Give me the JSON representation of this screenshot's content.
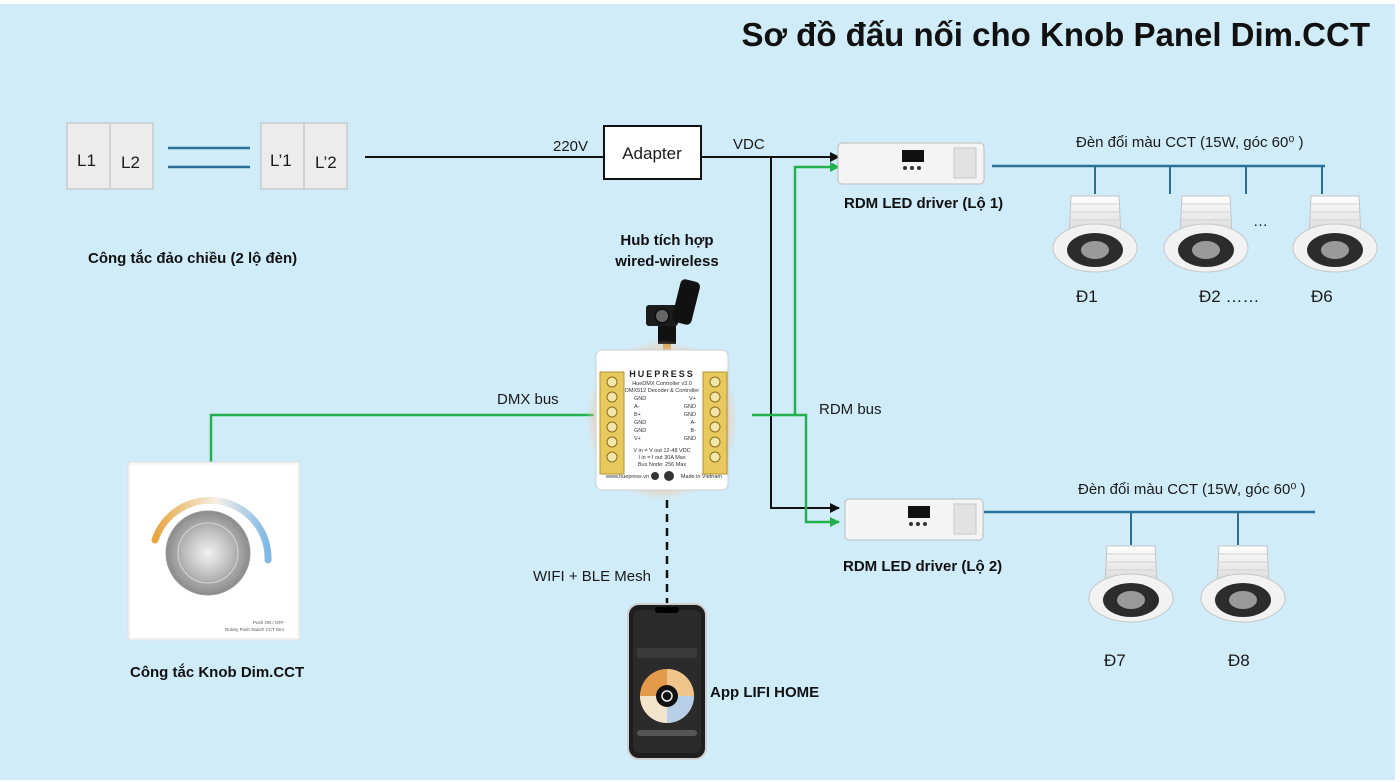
{
  "title": "Sơ đồ đấu nối cho Knob Panel Dim.CCT",
  "switch_left": {
    "l1": "L1",
    "l2": "L2"
  },
  "switch_right": {
    "l1": "L’1",
    "l2": "L’2"
  },
  "switch_caption": "Công tắc đảo chiều (2 lộ đèn)",
  "voltage_in": "220V",
  "adapter_label": "Adapter",
  "voltage_out": "VDC",
  "hub": {
    "caption_line1": "Hub tích hợp",
    "caption_line2": "wired-wireless",
    "brand": "HUEPRESS",
    "model": "HueDMX Controller v3.0",
    "subtitle": "DMX512 Decoder & Controller",
    "left_pins": [
      "GND",
      "A-",
      "B+",
      "GND",
      "GND",
      "V+"
    ],
    "right_pins": [
      "V+",
      "GND",
      "GND",
      "A-",
      "B-",
      "GND"
    ],
    "spec1": "V in = V out 12-48 VDC",
    "spec2": "I in = I out 30A Max",
    "spec3": "Bus Node: 256 Max",
    "website": "www.huepress.vn",
    "made_in": "Made in Vietnam"
  },
  "dmx_bus": "DMX bus",
  "rdm_bus": "RDM bus",
  "wifi_label": "WIFI + BLE Mesh",
  "driver1_caption": "RDM LED driver (Lộ 1)",
  "driver2_caption": "RDM LED driver (Lộ 2)",
  "lamp_group_label_1": "Đèn đổi màu CCT (15W, góc 60⁰ )",
  "lamp_group_label_2": "Đèn đổi màu CCT (15W, góc 60⁰ )",
  "lamps": {
    "d1": "Đ1",
    "d2": "Đ2 ……",
    "d6": "Đ6",
    "d7": "Đ7",
    "d8": "Đ8",
    "ellipsis": "…"
  },
  "knob_caption": "Công tắc Knob Dim.CCT",
  "knob_small_text1": "Push ON / OFF",
  "knob_small_text2": "Rotary Push Switch CCT Dim",
  "app_caption": "App LIFI HOME",
  "colors": {
    "background": "#cfecf8",
    "dmx_line": "#22b14c",
    "lamp_line": "#2a6f97",
    "wire": "#111111"
  }
}
